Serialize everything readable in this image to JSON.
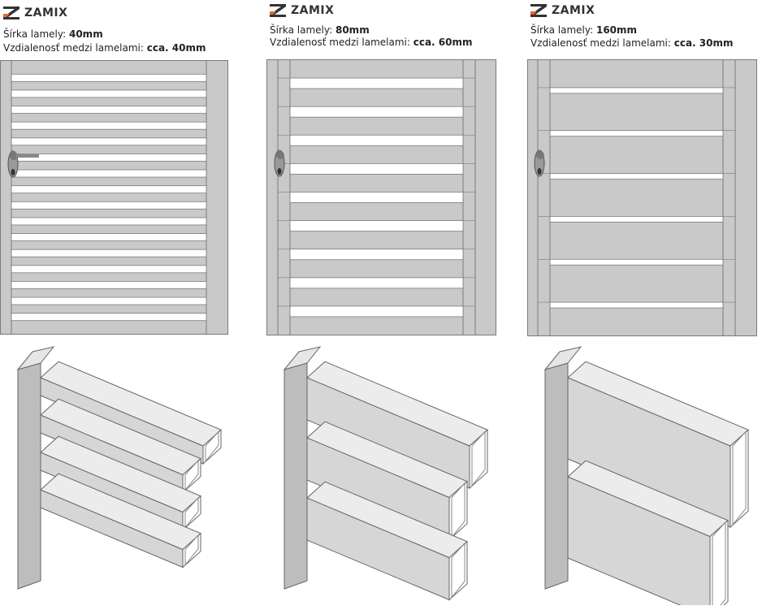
{
  "brand": "ZAMIX",
  "width_label": "Šírka lamely:",
  "spacing_label": "Vzdialenosť medzi lamelami:",
  "variants": [
    {
      "slat_width": "40mm",
      "spacing": "cca. 40mm",
      "slat_width_mm": 40,
      "gap_mm": 40
    },
    {
      "slat_width": "80mm",
      "spacing": "cca. 60mm",
      "slat_width_mm": 80,
      "gap_mm": 60
    },
    {
      "slat_width": "160mm",
      "spacing": "cca. 30mm",
      "slat_width_mm": 160,
      "gap_mm": 30
    }
  ],
  "colors": {
    "logo_orange": "#e8662a",
    "logo_dark": "#333333",
    "metal": "#c9c9c9",
    "outline": "#7a7a7a"
  }
}
